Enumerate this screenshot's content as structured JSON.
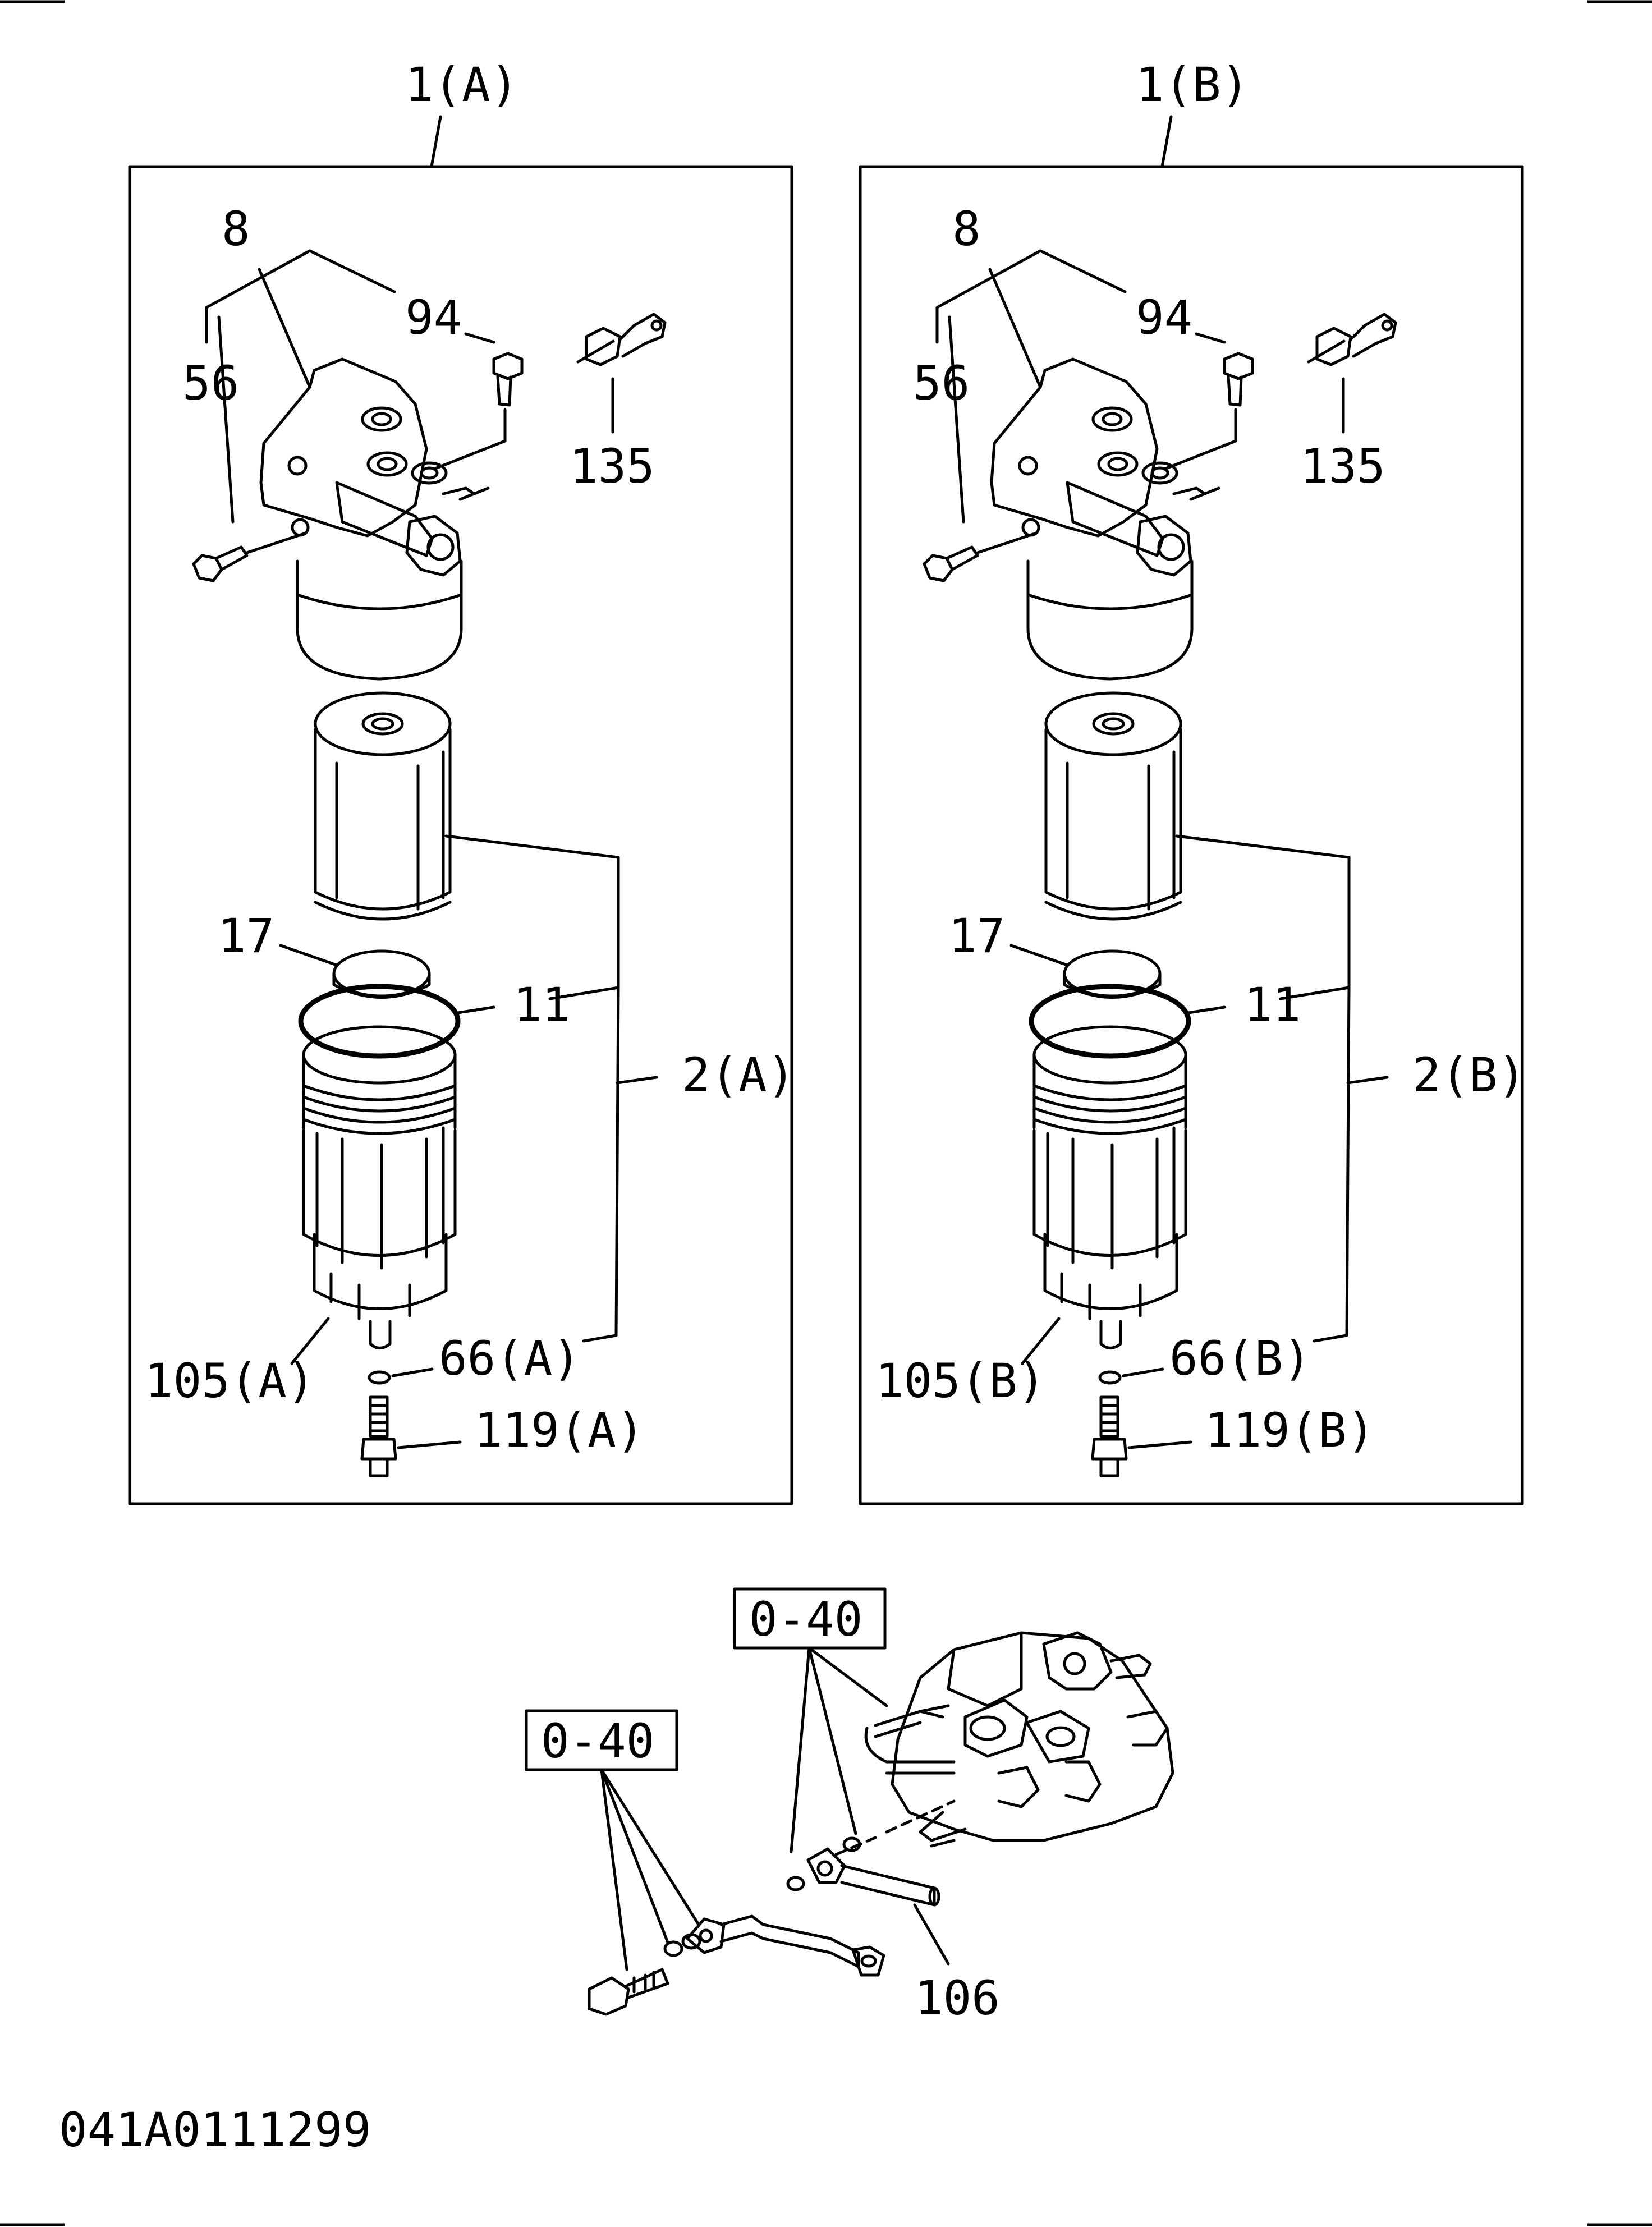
{
  "assemblies": [
    {
      "title": "1(A)",
      "parts": {
        "bracket": "8",
        "bolt_56": "56",
        "plug_94": "94",
        "fitting_135": "135",
        "o_ring_17": "17",
        "o_ring_11": "11",
        "filter_kit": "2(A)",
        "bowl": "105(A)",
        "o_ring_66": "66(A)",
        "drain_119": "119(A)"
      }
    },
    {
      "title": "1(B)",
      "parts": {
        "bracket": "8",
        "bolt_56": "56",
        "plug_94": "94",
        "fitting_135": "135",
        "o_ring_17": "17",
        "o_ring_11": "11",
        "filter_kit": "2(B)",
        "bowl": "105(B)",
        "o_ring_66": "66(B)",
        "drain_119": "119(B)"
      }
    }
  ],
  "pump_section": {
    "ref_left": "0-40",
    "ref_right": "0-40",
    "pipe_label": "106"
  },
  "document_id": "041A0111299"
}
